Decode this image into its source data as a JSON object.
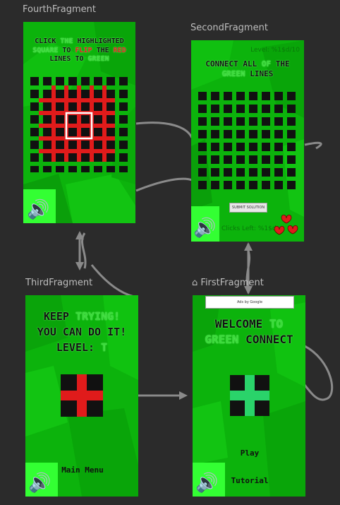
{
  "fragments": {
    "fourth": {
      "label": "FourthFragment",
      "title_parts": [
        "Click ",
        "the",
        " highlighted ",
        "square",
        " to ",
        "flip",
        " the ",
        "red",
        " lines to ",
        "green"
      ]
    },
    "second": {
      "label": "SecondFragment",
      "level": "Level: %1$d/10",
      "title_parts": [
        "Connect all ",
        "of",
        " the ",
        "green",
        " lines"
      ],
      "submit": "SUBMIT SOLUTION",
      "clicks": "Clicks Left: %1$d"
    },
    "third": {
      "label": "ThirdFragment",
      "line1": [
        "Keep ",
        "Trying!"
      ],
      "line2": "You can do it!",
      "line3": "Level: ",
      "level_value": "t",
      "menu": "Main Menu"
    },
    "first": {
      "label": "FirstFragment",
      "ads": "Ads by Google",
      "title_parts": [
        "Welcome ",
        "to"
      ],
      "title2": [
        "Green",
        " Connect"
      ],
      "play": "Play",
      "tutorial": "Tutorial"
    }
  },
  "icons": {
    "speaker": "speaker-icon",
    "home": "home-icon",
    "heart": "heart-icon"
  },
  "colors": {
    "canvas": "#2b2b2b",
    "fragment_green": "#0db80d",
    "grid_dark": "#111111",
    "red": "#e01b1b",
    "lime": "#33ff33",
    "arrow": "#8a8a8a"
  }
}
